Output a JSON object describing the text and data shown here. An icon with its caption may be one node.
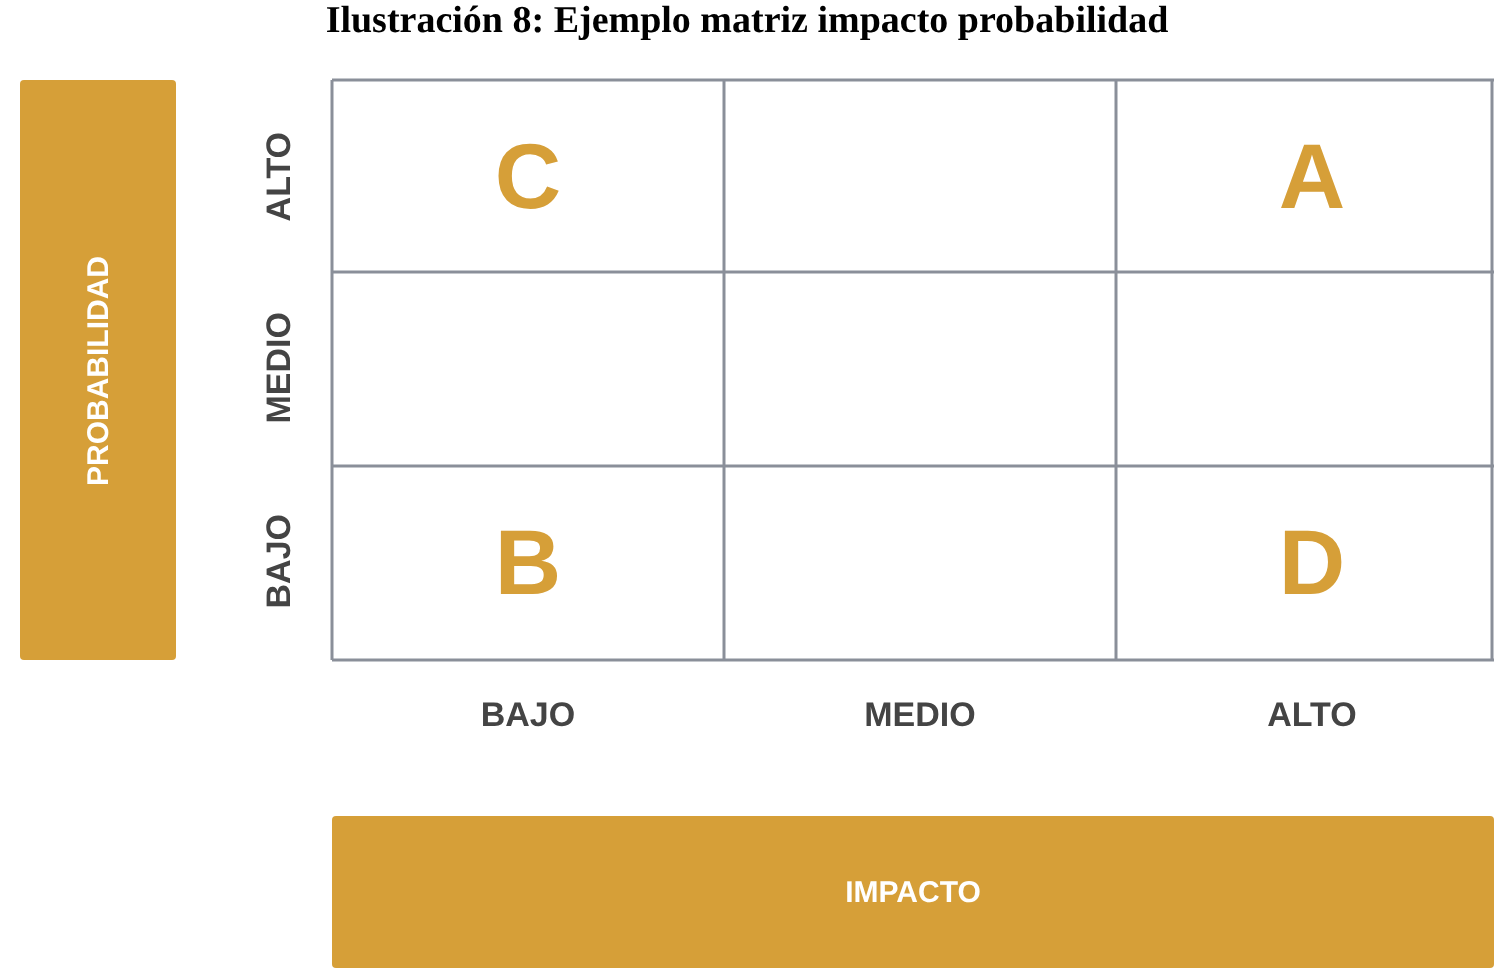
{
  "diagram": {
    "title": "Ilustración 8: Ejemplo matriz impacto probabilidad",
    "nodes": [
      {
        "text": [
          "PROBABILIDAD"
        ]
      },
      {
        "text": [
          "IMPACTO"
        ]
      }
    ],
    "labels": [
      "ALTO",
      "C",
      "A",
      "MEDIO",
      "BAJO",
      "B",
      "D",
      "BAJO",
      "MEDIO",
      "ALTO"
    ]
  }
}
